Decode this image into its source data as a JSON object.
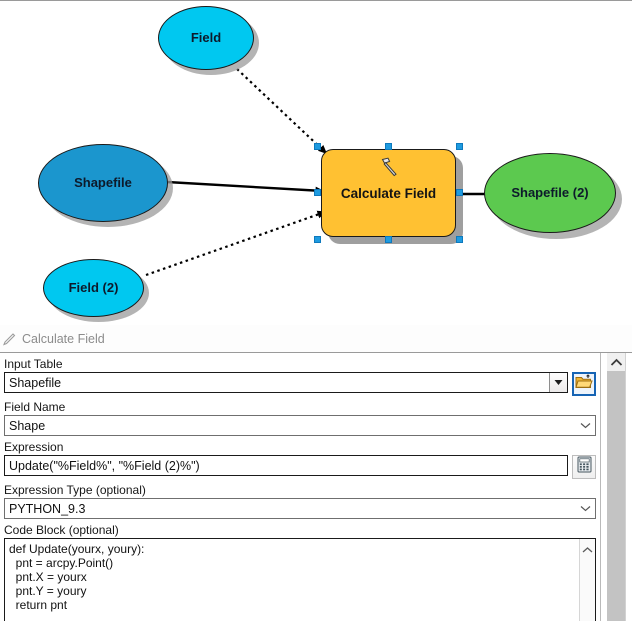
{
  "diagram": {
    "nodes": [
      {
        "id": "field",
        "label": "Field",
        "type": "variable",
        "color": "#00c8f0"
      },
      {
        "id": "shapefile",
        "label": "Shapefile",
        "type": "variable",
        "color": "#1b96ce"
      },
      {
        "id": "field2",
        "label": "Field (2)",
        "type": "variable",
        "color": "#00c8f0"
      },
      {
        "id": "calculate_field",
        "label": "Calculate Field",
        "type": "process",
        "color": "#ffc132",
        "selected": true
      },
      {
        "id": "shapefile2",
        "label": "Shapefile (2)",
        "type": "derived",
        "color": "#5cc94f"
      }
    ],
    "connections": [
      {
        "from": "field",
        "to": "calculate_field",
        "style": "dotted"
      },
      {
        "from": "shapefile",
        "to": "calculate_field",
        "style": "solid"
      },
      {
        "from": "field2",
        "to": "calculate_field",
        "style": "dotted"
      },
      {
        "from": "calculate_field",
        "to": "shapefile2",
        "style": "solid"
      }
    ],
    "tool_icon": "hammer-icon"
  },
  "panel": {
    "header": {
      "title": "Calculate Field",
      "icon": "pen-tool-icon"
    },
    "fields": {
      "input_table": {
        "label": "Input Table",
        "value": "Shapefile",
        "dropdown_icon": "dropdown-arrow-icon",
        "browse_icon": "open-folder-icon",
        "browse_name": "browse-button"
      },
      "field_name": {
        "label": "Field Name",
        "value": "Shape",
        "chevron_icon": "chevron-down-icon"
      },
      "expression": {
        "label": "Expression",
        "value": "Update(\"%Field%\", \"%Field (2)%\")",
        "builder_icon": "calculator-icon"
      },
      "expression_type": {
        "label": "Expression Type (optional)",
        "value": "PYTHON_9.3",
        "chevron_icon": "chevron-down-icon"
      },
      "code_block": {
        "label": "Code Block (optional)",
        "value": "def Update(yourx, youry):\n  pnt = arcpy.Point()\n  pnt.X = yourx\n  pnt.Y = youry\n  return pnt",
        "scroll_icon": "scroll-up-icon"
      }
    },
    "scrollbar": {
      "up_icon": "scroll-up-icon"
    }
  }
}
